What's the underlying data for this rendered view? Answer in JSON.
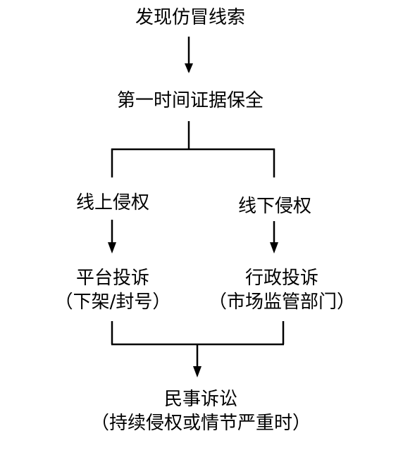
{
  "flow": {
    "discover": "发现仿冒线索",
    "evidence": "第一时间证据保全",
    "online": "线上侵权",
    "offline": "线下侵权",
    "platform": {
      "title": "平台投诉",
      "note": "（下架/封号）"
    },
    "admin": {
      "title": "行政投诉",
      "note": "（市场监管部门）"
    },
    "civil": {
      "title": "民事诉讼",
      "note": "（持续侵权或情节严重时）"
    }
  },
  "colors": {
    "line": "#000000",
    "text": "#000000",
    "background": "#ffffff"
  }
}
